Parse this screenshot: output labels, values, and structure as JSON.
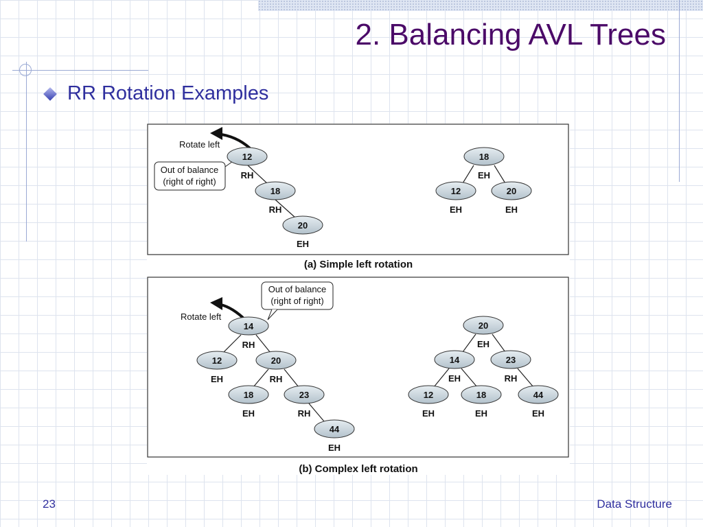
{
  "slide": {
    "title": "2. Balancing AVL Trees",
    "bullet": "RR Rotation Examples",
    "page_number": "23",
    "footer_right": "Data Structure"
  },
  "figure": {
    "a": {
      "caption": "(a) Simple left rotation",
      "rotate_label": "Rotate left",
      "note_line1": "Out of balance",
      "note_line2": "(right of right)",
      "before": [
        {
          "value": "12",
          "bf": "RH"
        },
        {
          "value": "18",
          "bf": "RH"
        },
        {
          "value": "20",
          "bf": "EH"
        }
      ],
      "after": [
        {
          "value": "18",
          "bf": "EH"
        },
        {
          "value": "12",
          "bf": "EH"
        },
        {
          "value": "20",
          "bf": "EH"
        }
      ]
    },
    "b": {
      "caption": "(b) Complex left rotation",
      "rotate_label": "Rotate left",
      "note_line1": "Out of balance",
      "note_line2": "(right of right)",
      "before": [
        {
          "value": "14",
          "bf": "RH"
        },
        {
          "value": "12",
          "bf": "EH"
        },
        {
          "value": "20",
          "bf": "RH"
        },
        {
          "value": "18",
          "bf": "EH"
        },
        {
          "value": "23",
          "bf": "RH"
        },
        {
          "value": "44",
          "bf": "EH"
        }
      ],
      "after": [
        {
          "value": "20",
          "bf": "EH"
        },
        {
          "value": "14",
          "bf": "EH"
        },
        {
          "value": "23",
          "bf": "RH"
        },
        {
          "value": "12",
          "bf": "EH"
        },
        {
          "value": "18",
          "bf": "EH"
        },
        {
          "value": "44",
          "bf": "EH"
        }
      ]
    }
  },
  "colors": {
    "title": "#4b0a68",
    "text": "#2f2f9e",
    "node_fill": "#c8d4dc"
  }
}
